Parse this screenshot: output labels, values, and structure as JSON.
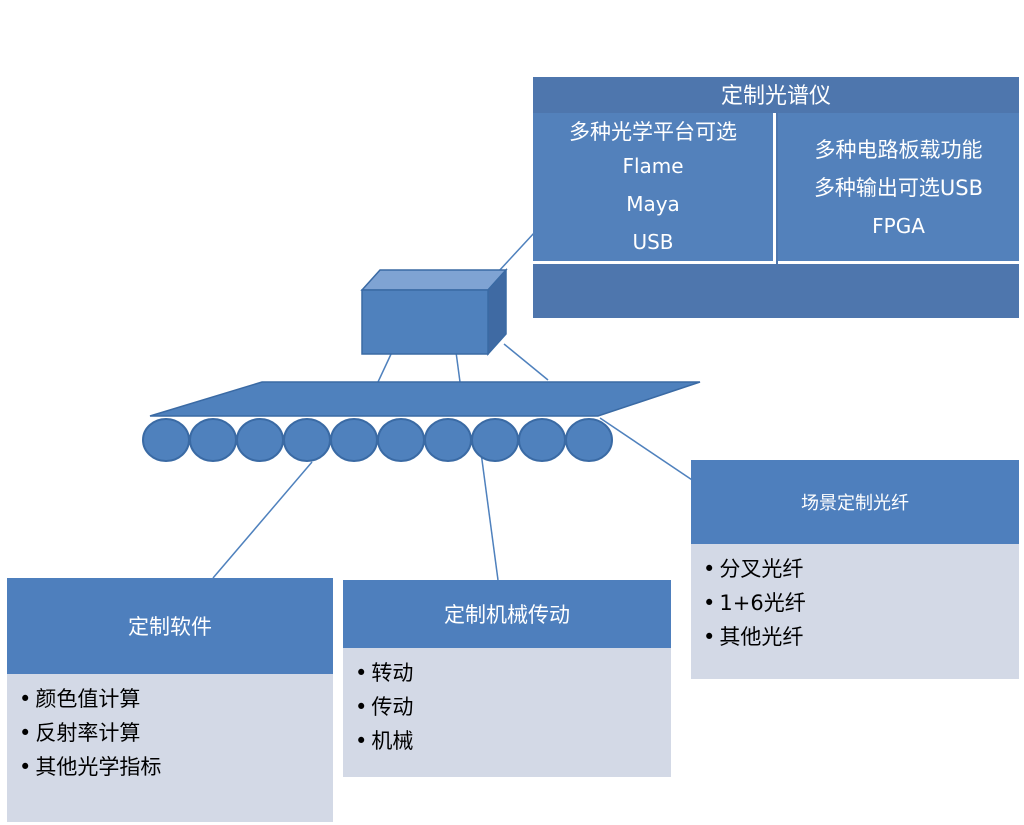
{
  "spectrometer": {
    "title": "定制光谱仪",
    "left_lines": [
      "多种光学平台可选",
      "Flame",
      "Maya",
      "USB"
    ],
    "right_lines": [
      "多种电路板载功能",
      "多种输出可选USB",
      "FPGA"
    ]
  },
  "software": {
    "title": "定制软件",
    "items": [
      "颜色值计算",
      "反射率计算",
      "其他光学指标"
    ]
  },
  "mechanical": {
    "title": "定制机械传动",
    "items": [
      "转动",
      "传动",
      "机械"
    ]
  },
  "fiber": {
    "title": "场景定制光纤",
    "items": [
      "分叉光纤",
      "1+6光纤",
      "其他光纤"
    ]
  },
  "colors": {
    "primary_blue": "#4e7fbd",
    "dark_blue": "#4e76ad",
    "body_gray": "#d3d9e6",
    "connector_line": "#4f81bd"
  },
  "illustration": {
    "conveyor_rollers": 10
  }
}
